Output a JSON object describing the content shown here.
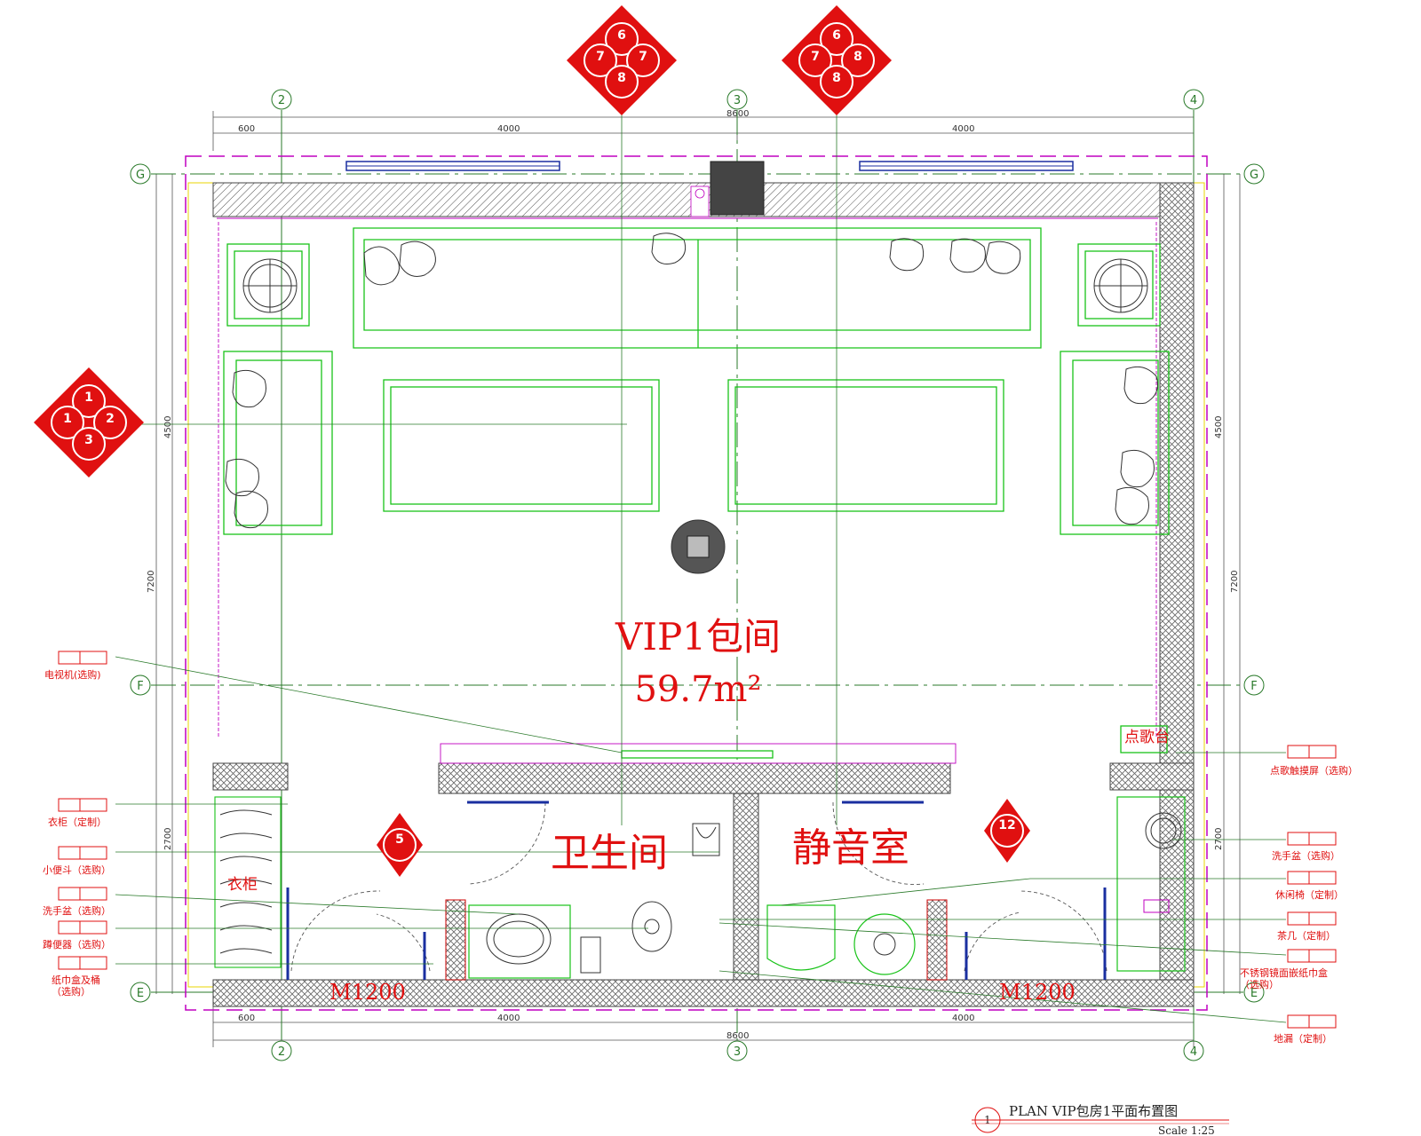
{
  "dimensions": {
    "top_total": "8600",
    "top_seg1": "600",
    "top_seg2": "4000",
    "top_seg3": "4000",
    "bottom_total": "8600",
    "bottom_seg1": "600",
    "bottom_seg2": "4000",
    "bottom_seg3": "4000",
    "left_upper": "4500",
    "left_mid": "7200",
    "left_lower": "2700",
    "right_upper": "4500",
    "right_mid": "7200",
    "right_lower": "2700"
  },
  "grid_axes": {
    "col_2": "2",
    "col_3": "3",
    "col_4": "4",
    "row_G": "G",
    "row_F": "F",
    "row_E": "E"
  },
  "rooms": {
    "vip_name": "VIP1包间",
    "vip_area": "59.7m²",
    "toilet": "卫生间",
    "quiet_room": "静音室",
    "wardrobe": "衣柜",
    "song_station": "点歌台",
    "door_left": "M1200",
    "door_right": "M1200"
  },
  "elevation_markers": {
    "top_left": {
      "top": "6",
      "left": "7",
      "right": "7",
      "bottom": "8"
    },
    "top_right": {
      "top": "6",
      "left": "7",
      "right": "8",
      "bottom": "8"
    },
    "left": {
      "top": "1",
      "left": "1",
      "right": "2",
      "bottom": "3"
    },
    "small_left": "5",
    "small_right": "12"
  },
  "tags_left": [
    {
      "label": "电视机(选购)"
    },
    {
      "label": "衣柜（定制）"
    },
    {
      "label": "小便斗（选购）"
    },
    {
      "label": "洗手盆（选购）"
    },
    {
      "label": "蹲便器（选购）"
    },
    {
      "label": "纸巾盒及桶\n（选购）"
    }
  ],
  "tags_right": [
    {
      "label": "点歌触摸屏（选购）"
    },
    {
      "label": "洗手盆（选购）"
    },
    {
      "label": "休闲椅（定制）"
    },
    {
      "label": "茶几（定制）"
    },
    {
      "label": "不锈钢镜面嵌纸巾盒\n（选购）"
    },
    {
      "label": "地漏（定制）"
    }
  ],
  "tag_box_text": "-- | -",
  "title": {
    "number": "1",
    "text": "PLAN   VIP包房1平面布置图",
    "scale": "Scale 1:25"
  },
  "colors": {
    "wall_hatch": "#555555",
    "furniture": "#19c319",
    "annotation": "#e01010",
    "boundary": "#c000c0",
    "grid": "#2a7a2a",
    "fixture_blue": "#1a2fa0"
  }
}
